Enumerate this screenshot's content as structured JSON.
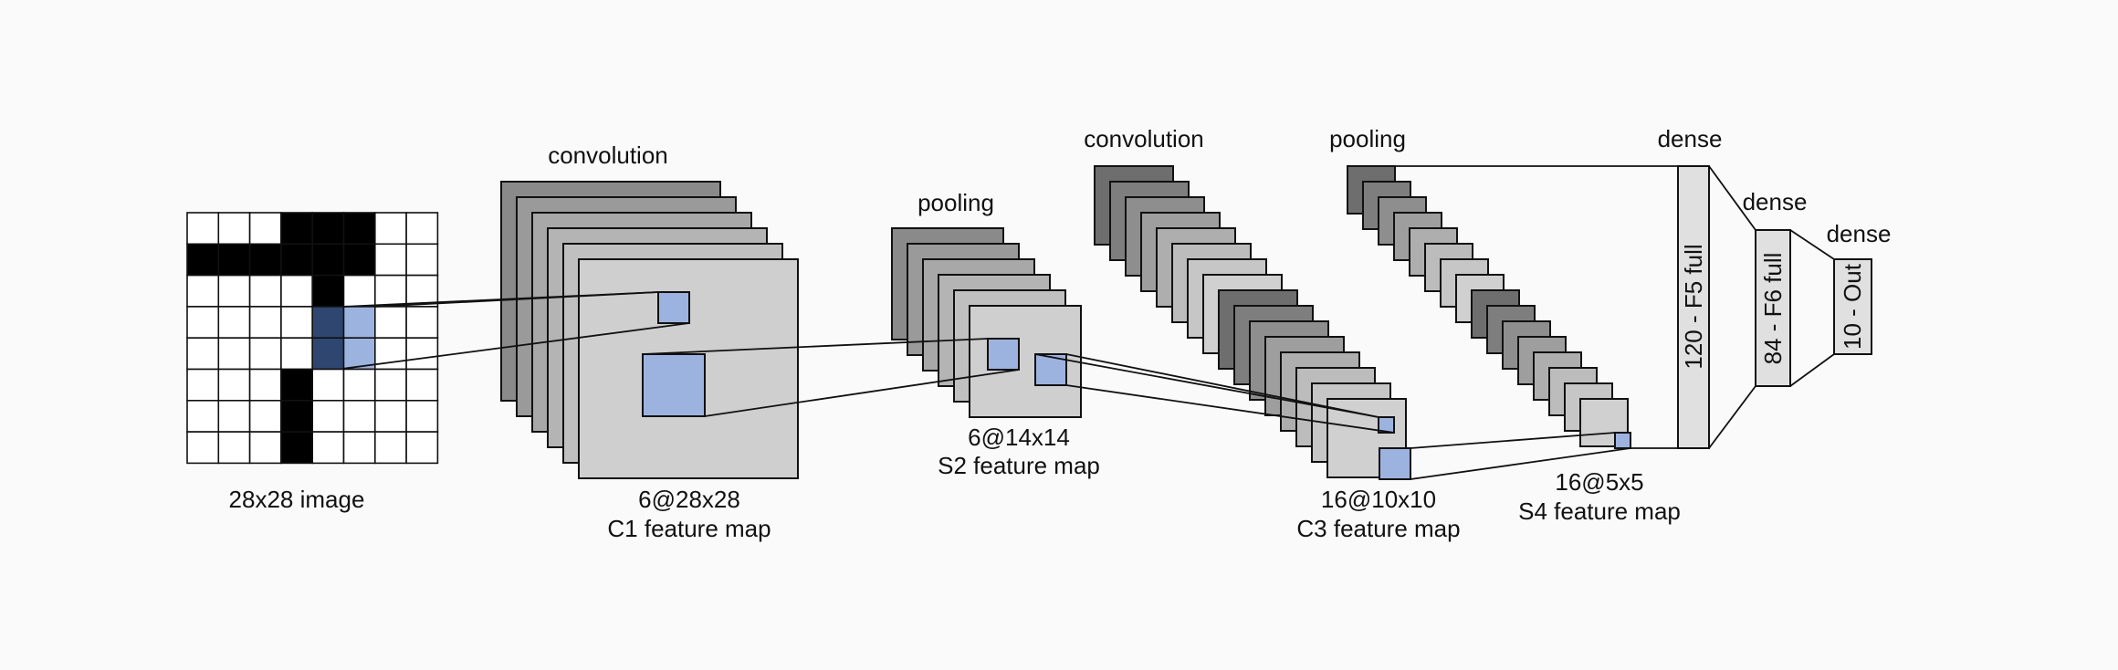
{
  "diagram": {
    "labels": {
      "input_caption": "28x28 image",
      "conv1_op": "convolution",
      "c1_size": "6@28x28",
      "c1_name": "C1 feature map",
      "pool1_op": "pooling",
      "s2_size": "6@14x14",
      "s2_name": "S2 feature map",
      "conv2_op": "convolution",
      "c3_size": "16@10x10",
      "c3_name": "C3 feature map",
      "pool2_op": "pooling",
      "s4_size": "16@5x5",
      "s4_name": "S4 feature map",
      "dense1_op": "dense",
      "f5_label": "120 - F5 full",
      "dense2_op": "dense",
      "f6_label": "84 - F6 full",
      "dense3_op": "dense",
      "out_label": "10 - Out"
    },
    "colors": {
      "background": "#fafafa",
      "highlight": "#9db3df",
      "highlight_dark": "#2e4670",
      "ink": "#000000",
      "dense_fill": "#e0e0e0"
    }
  }
}
